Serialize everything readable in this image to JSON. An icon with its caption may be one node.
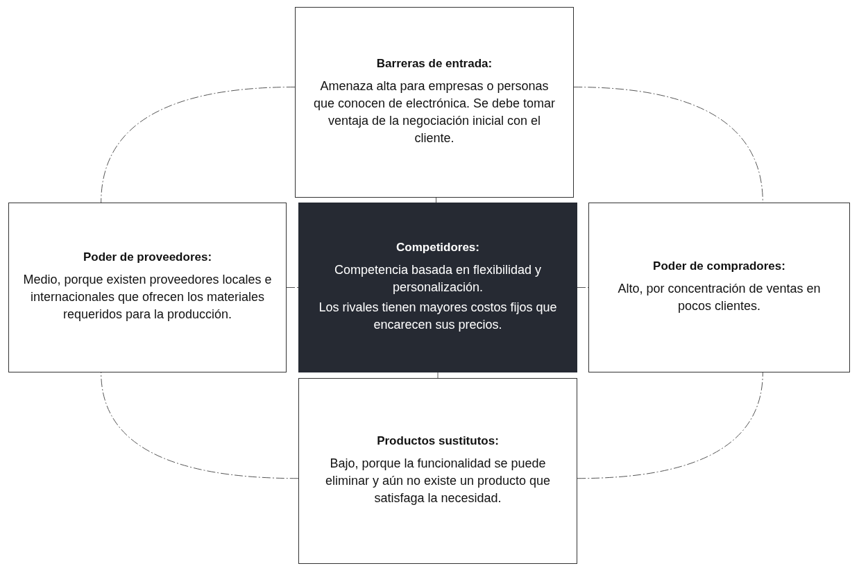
{
  "diagram": {
    "nodes": [
      {
        "text": [
          "Barreras de entrada:",
          "Amenaza alta para empresas o personas que conocen de electrónica. Se debe tomar ventaja de la negociación inicial con el cliente."
        ]
      },
      {
        "text": [
          "Poder de proveedores:",
          "Medio, porque existen proveedores locales e internacionales que ofrecen los materiales requeridos para la producción."
        ]
      },
      {
        "text": [
          "Competidores:",
          "Competencia basada en flexibilidad y personalización.",
          "Los rivales tienen mayores costos fijos que encarecen sus precios."
        ]
      },
      {
        "text": [
          "Poder de compradores:",
          "Alto, por concentración de ventas en pocos clientes."
        ]
      },
      {
        "text": [
          "Productos sustitutos:",
          "Bajo, porque la funcionalidad se puede eliminar y aún no existe un producto que satisfaga la necesidad."
        ]
      }
    ],
    "edges": [
      {
        "from": 2,
        "to": 0,
        "arrow": "none"
      },
      {
        "from": 2,
        "to": 1,
        "arrow": "none"
      },
      {
        "from": 2,
        "to": 3,
        "arrow": "none"
      },
      {
        "from": 2,
        "to": 4,
        "arrow": "none"
      },
      {
        "from": 0,
        "to": 1,
        "arrow": "none"
      },
      {
        "from": 0,
        "to": 3,
        "arrow": "none"
      },
      {
        "from": 1,
        "to": 4,
        "arrow": "none"
      },
      {
        "from": 3,
        "to": 4,
        "arrow": "none"
      }
    ]
  }
}
